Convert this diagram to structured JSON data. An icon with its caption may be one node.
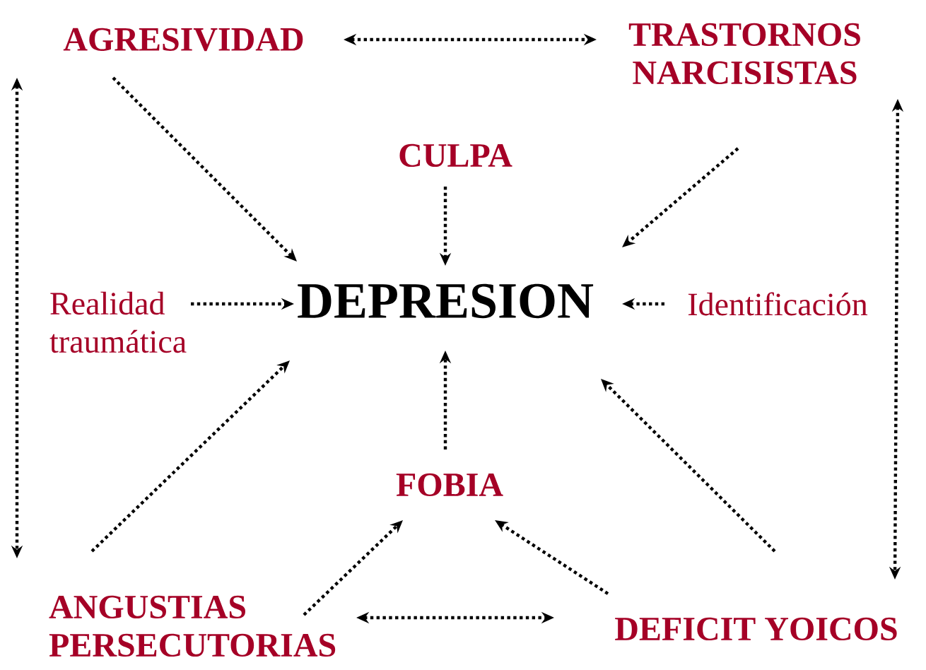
{
  "diagram": {
    "nodes": [
      {
        "text": [
          "AGRESIVIDAD"
        ]
      },
      {
        "text": [
          "TRASTORNOS NARCISISTAS"
        ]
      },
      {
        "text": [
          "CULPA"
        ]
      },
      {
        "text": [
          "DEPRESION"
        ]
      },
      {
        "text": [
          "Realidad traumática"
        ]
      },
      {
        "text": [
          "Identificación"
        ]
      },
      {
        "text": [
          "FOBIA"
        ]
      },
      {
        "text": [
          "ANGUSTIAS PERSECUTORIAS"
        ]
      },
      {
        "text": [
          "DEFICIT YOICOS"
        ]
      }
    ],
    "edges": [
      {
        "from": 0,
        "to": 1,
        "arrow": "both"
      },
      {
        "from": 0,
        "to": 3,
        "arrow": "to"
      },
      {
        "from": 1,
        "to": 3,
        "arrow": "to"
      },
      {
        "from": 2,
        "to": 3,
        "arrow": "to"
      },
      {
        "from": 4,
        "to": 3,
        "arrow": "to"
      },
      {
        "from": 5,
        "to": 3,
        "arrow": "to"
      },
      {
        "from": 6,
        "to": 3,
        "arrow": "to"
      },
      {
        "from": 7,
        "to": 3,
        "arrow": "to"
      },
      {
        "from": 8,
        "to": 3,
        "arrow": "to"
      },
      {
        "from": 7,
        "to": 6,
        "arrow": "to"
      },
      {
        "from": 8,
        "to": 6,
        "arrow": "to"
      },
      {
        "from": 7,
        "to": 8,
        "arrow": "both"
      },
      {
        "from": 0,
        "to": 7,
        "arrow": "both"
      },
      {
        "from": 1,
        "to": 8,
        "arrow": "both"
      }
    ]
  }
}
